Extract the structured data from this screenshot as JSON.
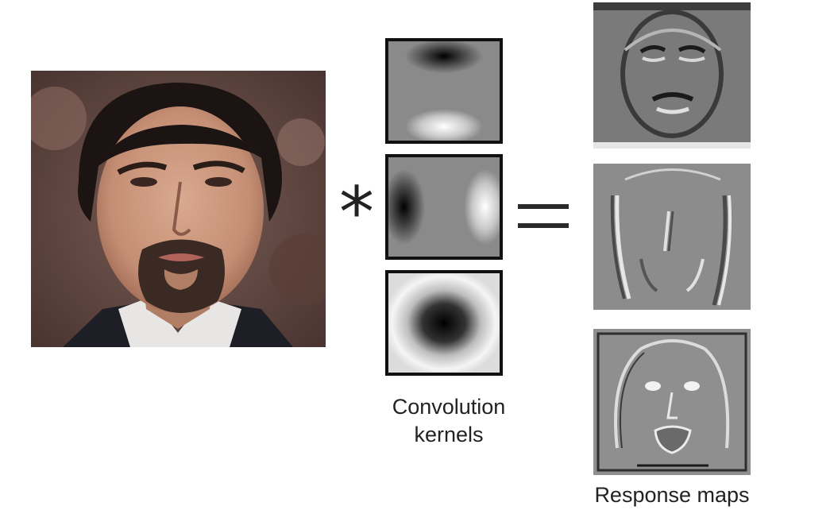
{
  "figure": {
    "input_image_alt": "face-photo",
    "operator_convolution": "*",
    "operator_equals": "=",
    "kernels_caption_line1": "Convolution",
    "kernels_caption_line2": "kernels",
    "response_maps_caption": "Response maps"
  },
  "kernels": [
    {
      "name": "horizontal-edge-kernel"
    },
    {
      "name": "vertical-edge-kernel"
    },
    {
      "name": "center-surround-kernel"
    }
  ],
  "colors": {
    "background": "#ffffff",
    "text": "#222222",
    "kernel_border": "#111111",
    "response_map_gray": "#8a8a8a"
  }
}
